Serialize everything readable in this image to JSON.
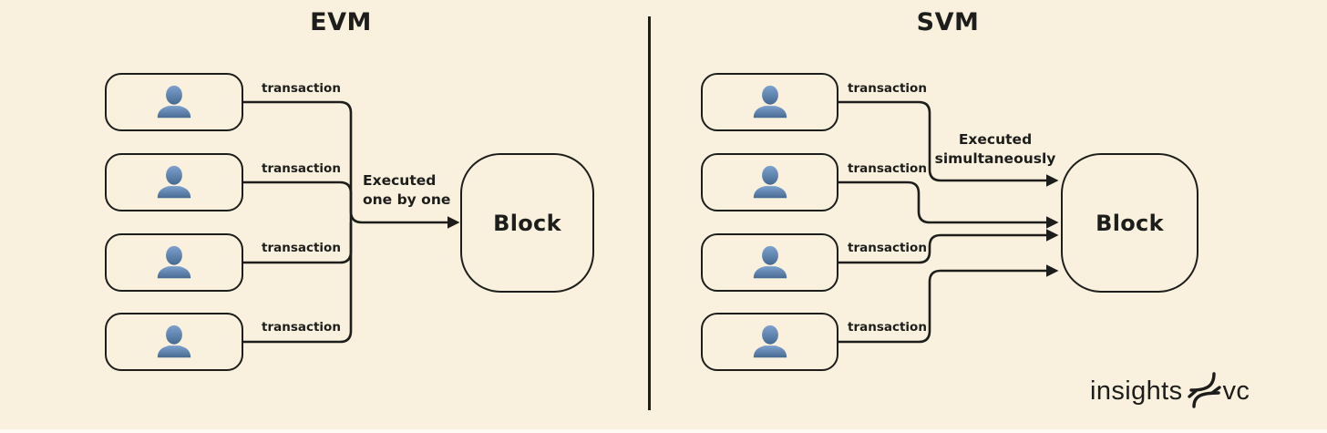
{
  "colors": {
    "background": "#f9f1dd",
    "ink": "#1d1d1b",
    "icon_gradient_top": "#7da1ce",
    "icon_gradient_bottom": "#476a91"
  },
  "panels": {
    "left": {
      "title": "EVM",
      "rows": [
        {
          "label": "transaction"
        },
        {
          "label": "transaction"
        },
        {
          "label": "transaction"
        },
        {
          "label": "transaction"
        }
      ],
      "execution_note": [
        "Executed",
        "one by one"
      ],
      "block_label": "Block"
    },
    "right": {
      "title": "SVM",
      "rows": [
        {
          "label": "transaction"
        },
        {
          "label": "transaction"
        },
        {
          "label": "transaction"
        },
        {
          "label": "transaction"
        }
      ],
      "execution_note": [
        "Executed",
        "simultaneously"
      ],
      "block_label": "Block"
    }
  },
  "logo": {
    "text_left": "insights",
    "text_right": "vc",
    "icon": "crossed-swoosh-icon"
  }
}
